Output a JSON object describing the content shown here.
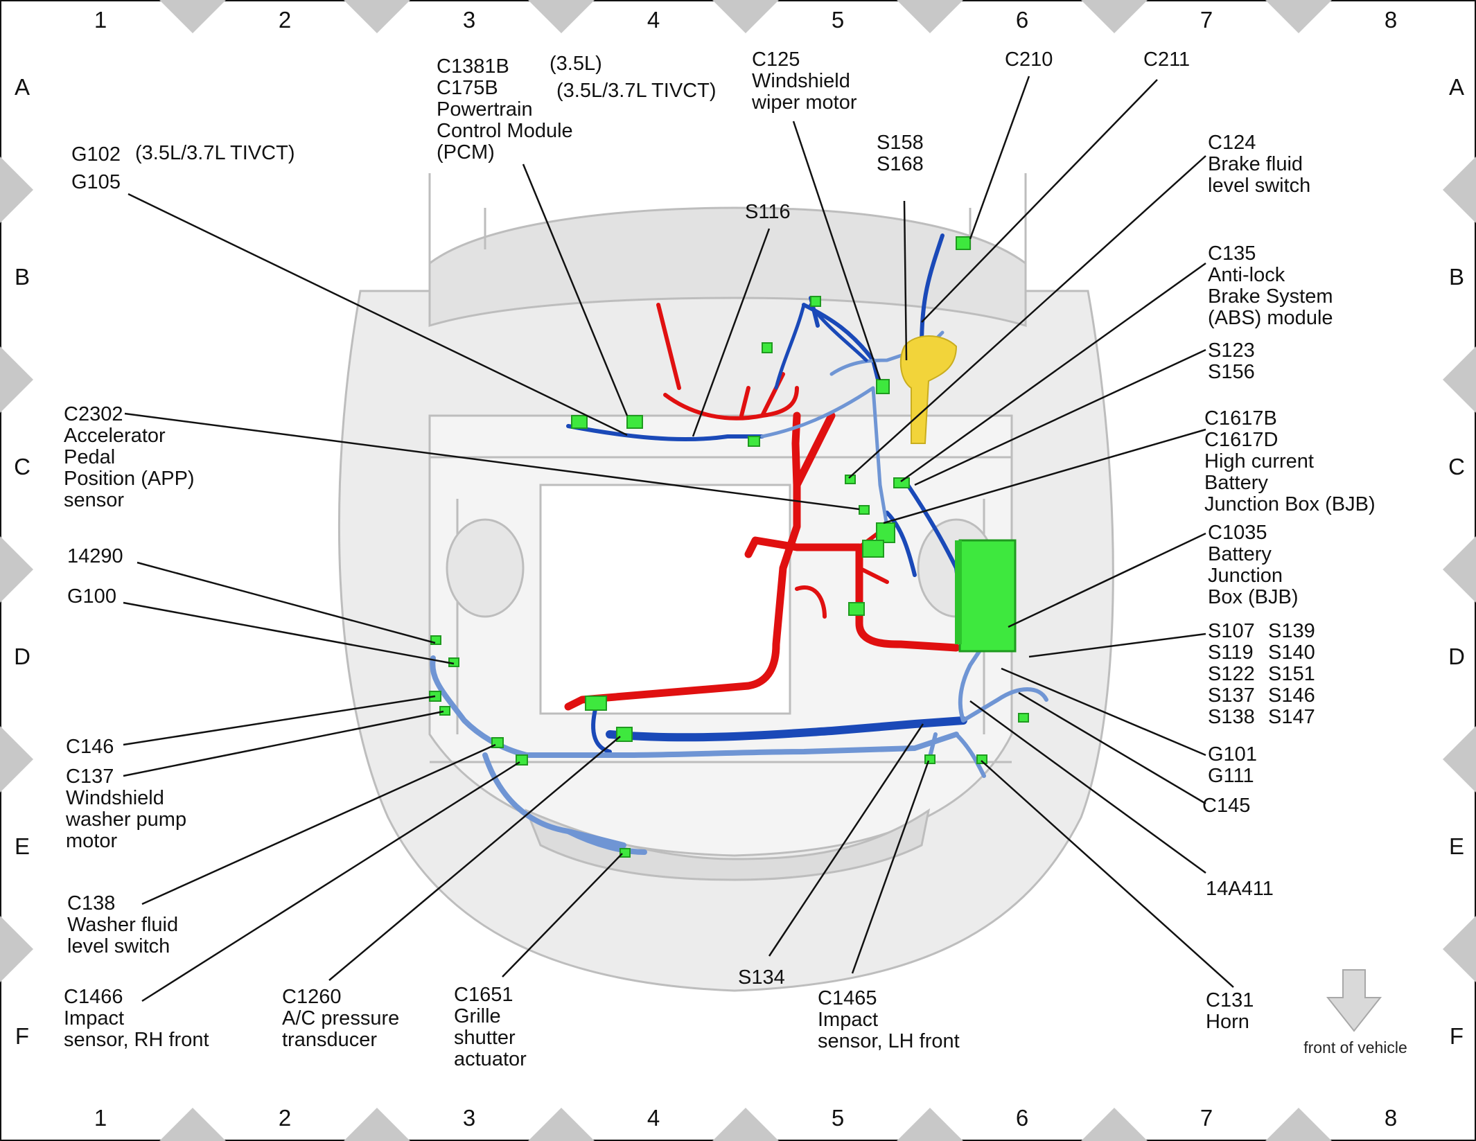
{
  "grid": {
    "columns": [
      "1",
      "2",
      "3",
      "4",
      "5",
      "6",
      "7",
      "8"
    ],
    "rows": [
      "A",
      "B",
      "C",
      "D",
      "E",
      "F"
    ]
  },
  "labels": {
    "g102": [
      "G102",
      "G105"
    ],
    "g102_note": "(3.5L/3.7L TIVCT)",
    "c1381b": [
      "C1381B",
      "C175B",
      "Powertrain",
      "Control Module",
      "(PCM)"
    ],
    "c1381b_note1": "(3.5L)",
    "c1381b_note2": "(3.5L/3.7L TIVCT)",
    "c125": [
      "C125",
      "Windshield",
      "wiper motor"
    ],
    "c210": [
      "C210"
    ],
    "c211": [
      "C211"
    ],
    "s116": [
      "S116"
    ],
    "s158": [
      "S158",
      "S168"
    ],
    "c124": [
      "C124",
      "Brake fluid",
      "level switch"
    ],
    "c135": [
      "C135",
      "Anti-lock",
      "Brake System",
      "(ABS) module"
    ],
    "s123": [
      "S123",
      "S156"
    ],
    "c2302": [
      "C2302",
      "Accelerator",
      "Pedal",
      "Position (APP)",
      "sensor"
    ],
    "c1617": [
      "C1617B",
      "C1617D",
      "High current",
      "Battery",
      "Junction Box (BJB)"
    ],
    "c1035": [
      "C1035",
      "Battery",
      "Junction",
      "Box (BJB)"
    ],
    "splices_a": [
      "S107",
      "S119",
      "S122",
      "S137",
      "S138"
    ],
    "splices_b": [
      "S139",
      "S140",
      "S151",
      "S146",
      "S147"
    ],
    "l14290": [
      "14290"
    ],
    "g100": [
      "G100"
    ],
    "g101": [
      "G101",
      "G111"
    ],
    "c146": [
      "C146"
    ],
    "c137": [
      "C137",
      "Windshield",
      "washer pump",
      "motor"
    ],
    "c145": [
      "C145"
    ],
    "l14a411": [
      "14A411"
    ],
    "c138": [
      "C138",
      "Washer fluid",
      "level switch"
    ],
    "c1466": [
      "C1466",
      "Impact",
      "sensor, RH front"
    ],
    "c1260": [
      "C1260",
      "A/C pressure",
      "transducer"
    ],
    "c1651": [
      "C1651",
      "Grille",
      "shutter",
      "actuator"
    ],
    "s134": [
      "S134"
    ],
    "c1465": [
      "C1465",
      "Impact",
      "sensor, LH front"
    ],
    "c131": [
      "C131",
      "Horn"
    ],
    "front": "front of vehicle"
  },
  "colors": {
    "harness_red": "#e01010",
    "harness_blue": "#1a49b8",
    "harness_lightblue": "#6f95d4",
    "connector_green": "#3ee83e",
    "bracket_yellow": "#f2d43a",
    "body_gray": "#d8d8d8",
    "border_gray": "#b8b8b8"
  }
}
